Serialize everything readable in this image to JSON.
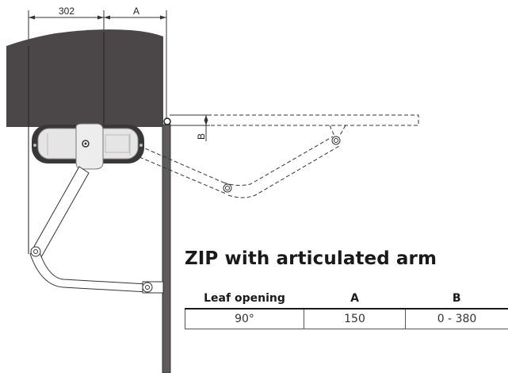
{
  "diagram": {
    "dimension_302": "302",
    "dimension_a": "A",
    "dimension_b": "B"
  },
  "title": "ZIP with articulated arm",
  "table": {
    "headers": [
      "Leaf opening",
      "A",
      "B"
    ],
    "rows": [
      [
        "90°",
        "150",
        "0 - 380"
      ]
    ]
  },
  "colors": {
    "housing": "#4b4748",
    "post": "#5e5b5c",
    "line": "#333333"
  }
}
